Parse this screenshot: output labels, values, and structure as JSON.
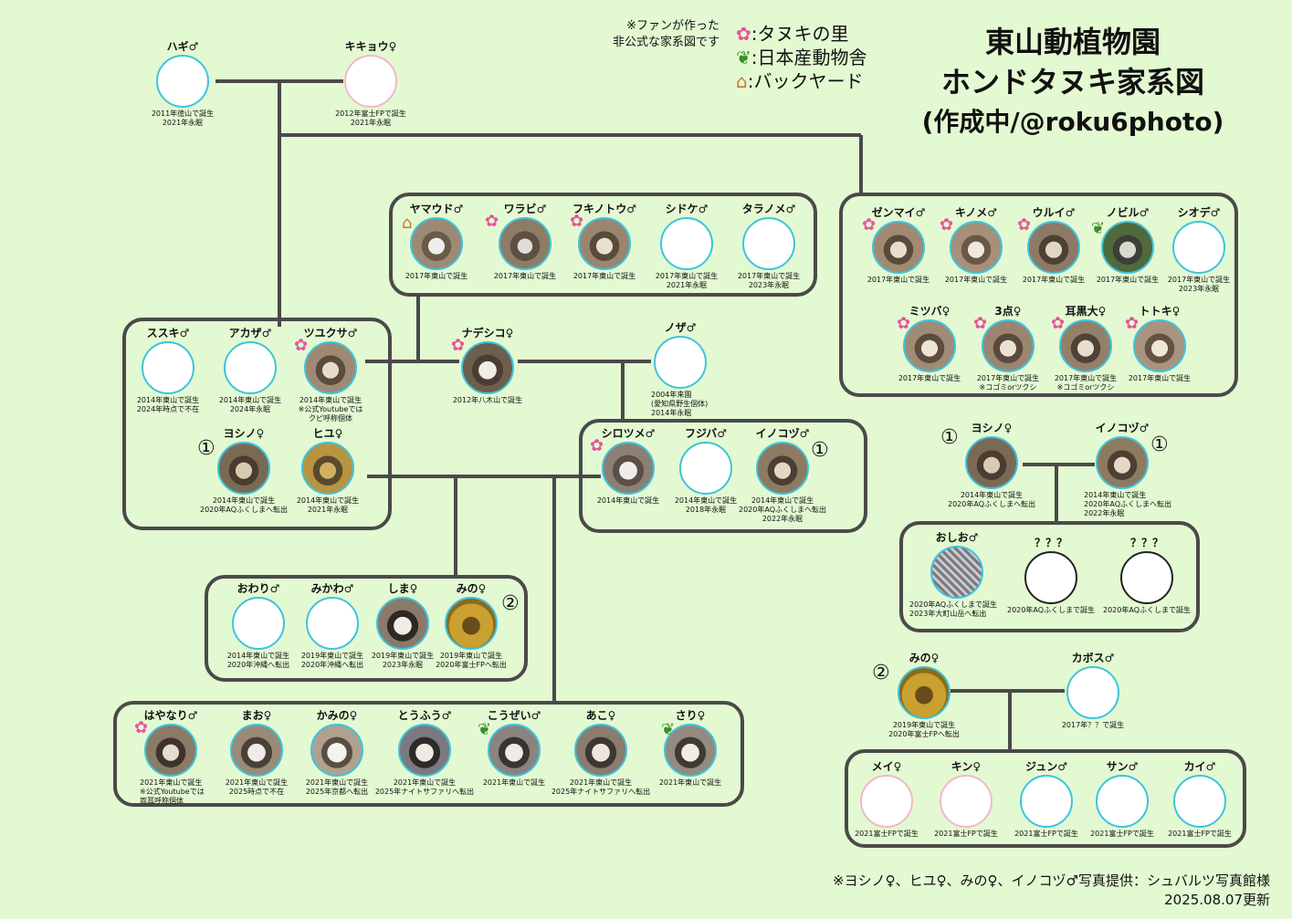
{
  "title": {
    "line1": "東山動植物園",
    "line2": "ホンドタヌキ家系図",
    "line3": "(作成中/@roku6photo)"
  },
  "note": {
    "line1": "※ファンが作った",
    "line2": "非公式な家系図です"
  },
  "legend": [
    {
      "icon": "flower-icon",
      "label": ":タヌキの里"
    },
    {
      "icon": "leaf-icon",
      "label": ":日本産動物舎"
    },
    {
      "icon": "house-icon",
      "label": ":バックヤード"
    }
  ],
  "credit": "※ヨシノ♀、ヒユ♀、みの♀、イノコヅ♂写真提供：シュバルツ写真館様",
  "updated": "2025.08.07更新",
  "colors": {
    "background": "#e3f9d2",
    "male_ring": "#3cc4de",
    "female_ring": "#f1b8c6",
    "line": "#4a4a4a"
  },
  "nodes": {
    "hagi": {
      "name": "ハギ♂",
      "info": "2011年徳山で誕生\n2021年永眠",
      "photo": false
    },
    "kikyou": {
      "name": "キキョウ♀",
      "info": "2012年富士FPで誕生\n2021年永眠",
      "photo": false
    },
    "yamaudo": {
      "name": "ヤマウド♂",
      "info": "2017年東山で誕生",
      "photo": true
    },
    "warabi": {
      "name": "ワラビ♂",
      "info": "2017年東山で誕生",
      "photo": true
    },
    "fukinotou": {
      "name": "フキノトウ♂",
      "info": "2017年東山で誕生",
      "photo": true
    },
    "shidoke": {
      "name": "シドケ♂",
      "info": "2017年東山で誕生\n2021年永眠",
      "photo": false
    },
    "taranome": {
      "name": "タラノメ♂",
      "info": "2017年東山で誕生\n2023年永眠",
      "photo": false
    },
    "zenmai": {
      "name": "ゼンマイ♂",
      "info": "2017年東山で誕生",
      "photo": true
    },
    "kinome": {
      "name": "キノメ♂",
      "info": "2017年東山で誕生",
      "photo": true
    },
    "urui": {
      "name": "ウルイ♂",
      "info": "2017年東山で誕生",
      "photo": true
    },
    "nobiru": {
      "name": "ノビル♂",
      "info": "2017年東山で誕生",
      "photo": true
    },
    "shiode": {
      "name": "シオデ♂",
      "info": "2017年東山で誕生\n2023年永眠",
      "photo": false
    },
    "mitsuba": {
      "name": "ミツバ♀",
      "info": "2017年東山で誕生",
      "photo": true
    },
    "santen": {
      "name": "3点♀",
      "info": "2017年東山で誕生\n※コゴミorツクシ",
      "photo": true
    },
    "mimiguro": {
      "name": "耳黒大♀",
      "info": "2017年東山で誕生\n※コゴミorツクシ",
      "photo": true
    },
    "totoki": {
      "name": "トトキ♀",
      "info": "2017年東山で誕生",
      "photo": true
    },
    "susuki": {
      "name": "ススキ♂",
      "info": "2014年東山で誕生\n2024年時点で不在",
      "photo": false
    },
    "akaza": {
      "name": "アカザ♂",
      "info": "2014年東山で誕生\n2024年永眠",
      "photo": false
    },
    "tsuyukusa": {
      "name": "ツユクサ♂",
      "info": "2014年東山で誕生\n※公式Youtubeでは\nクピ呼称個体",
      "photo": true
    },
    "yoshino": {
      "name": "ヨシノ♀",
      "info": "2014年東山で誕生\n2020年AQふくしまへ転出",
      "photo": true
    },
    "hiyu": {
      "name": "ヒユ♀",
      "info": "2014年東山で誕生\n2021年永眠",
      "photo": true
    },
    "nadeshiko": {
      "name": "ナデシコ♀",
      "info": "2012年八木山で誕生",
      "photo": true
    },
    "noza": {
      "name": "ノザ♂",
      "info": "2004年来園\n(愛知県野生個体)\n2014年永眠",
      "photo": false
    },
    "shirotsume": {
      "name": "シロツメ♂",
      "info": "2014年東山で誕生",
      "photo": true
    },
    "fujibakama": {
      "name": "フジバ♂",
      "info": "2014年東山で誕生\n2018年永眠",
      "photo": false
    },
    "inokozu": {
      "name": "イノコヅ♂",
      "info": "2014年東山で誕生\n2020年AQふくしまへ転出\n2022年永眠",
      "photo": true
    },
    "yoshino2": {
      "name": "ヨシノ♀",
      "info": "2014年東山で誕生\n2020年AQふくしまへ転出",
      "photo": true
    },
    "inokozu2": {
      "name": "イノコヅ♂",
      "info": "2014年東山で誕生\n2020年AQふくしまへ転出\n2022年永眠",
      "photo": true
    },
    "oshio": {
      "name": "おしお♂",
      "info": "2020年AQふくしまで誕生\n2023年大町山岳へ転出",
      "photo": true
    },
    "unknown1": {
      "name": "？？？",
      "info": "2020年AQふくしまで誕生",
      "photo": false
    },
    "unknown2": {
      "name": "？？？",
      "info": "2020年AQふくしまで誕生",
      "photo": false
    },
    "owari": {
      "name": "おわり♂",
      "info": "2014年東山で誕生\n2020年沖縄へ転出",
      "photo": false
    },
    "mikawa": {
      "name": "みかわ♂",
      "info": "2019年東山で誕生\n2020年沖縄へ転出",
      "photo": false
    },
    "shima": {
      "name": "しま♀",
      "info": "2019年東山で誕生\n2023年永眠",
      "photo": true
    },
    "mino": {
      "name": "みの♀",
      "info": "2019年東山で誕生\n2020年富士FPへ転出",
      "photo": true
    },
    "mino2": {
      "name": "みの♀",
      "info": "2019年東山で誕生\n2020年富士FPへ転出",
      "photo": true
    },
    "kabosu": {
      "name": "カボス♂",
      "info": "2017年？？で誕生",
      "photo": false
    },
    "hayanari": {
      "name": "はやなり♂",
      "info": "2021年東山で誕生\n※公式Youtubeでは\n両耳呼称個体",
      "photo": true
    },
    "mao": {
      "name": "まお♀",
      "info": "2021年東山で誕生\n2025時点で不在",
      "photo": true
    },
    "kamino": {
      "name": "かみの♀",
      "info": "2021年東山で誕生\n2025年京都へ転出",
      "photo": true
    },
    "toufuu": {
      "name": "とうふう♂",
      "info": "2021年東山で誕生\n2025年ナイトサファリへ転出",
      "photo": true
    },
    "kouzei": {
      "name": "こうぜい♂",
      "info": "2021年東山で誕生",
      "photo": true
    },
    "ako": {
      "name": "あこ♀",
      "info": "2021年東山で誕生\n2025年ナイトサファリへ転出",
      "photo": true
    },
    "sari": {
      "name": "さり♀",
      "info": "2021年東山で誕生",
      "photo": true
    },
    "mei": {
      "name": "メイ♀",
      "info": "2021富士FPで誕生",
      "photo": false
    },
    "kin": {
      "name": "キン♀",
      "info": "2021富士FPで誕生",
      "photo": false
    },
    "jun": {
      "name": "ジュン♂",
      "info": "2021富士FPで誕生",
      "photo": false
    },
    "san": {
      "name": "サン♂",
      "info": "2021富士FPで誕生",
      "photo": false
    },
    "kai": {
      "name": "カイ♂",
      "info": "2021富士FPで誕生",
      "photo": false
    }
  },
  "markers": {
    "one": "①",
    "two": "②"
  }
}
